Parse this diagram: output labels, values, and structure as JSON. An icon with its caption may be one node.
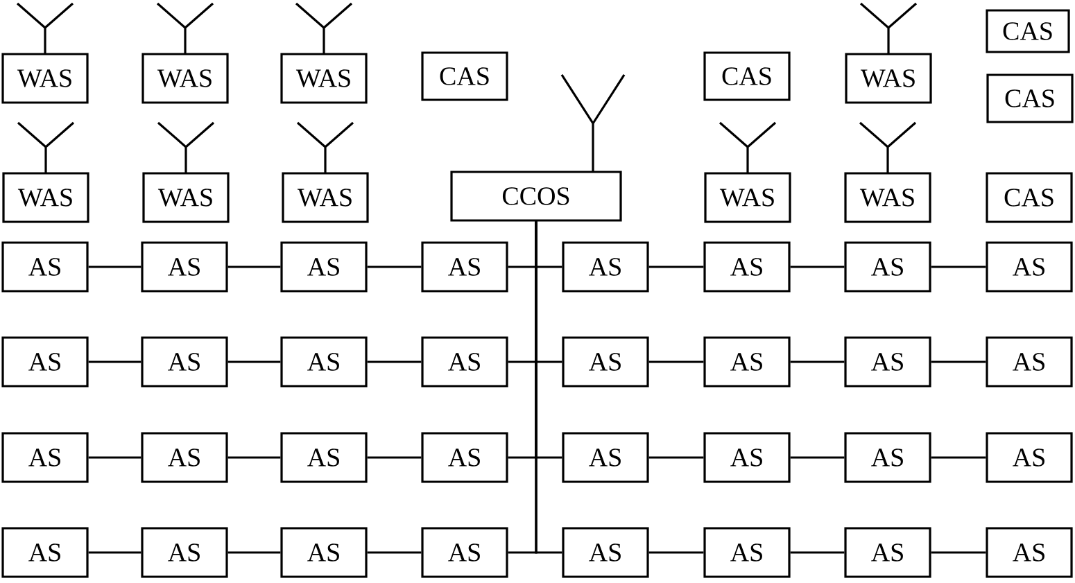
{
  "diagram": {
    "nodes": [
      {
        "text": [
          "WAS"
        ]
      },
      {
        "text": [
          "WAS"
        ]
      },
      {
        "text": [
          "WAS"
        ]
      },
      {
        "text": [
          "CAS"
        ]
      },
      {
        "text": [
          "CAS"
        ]
      },
      {
        "text": [
          "WAS"
        ]
      },
      {
        "text": [
          "CAS"
        ]
      },
      {
        "text": [
          "CAS"
        ]
      },
      {
        "text": [
          "WAS"
        ]
      },
      {
        "text": [
          "WAS"
        ]
      },
      {
        "text": [
          "WAS"
        ]
      },
      {
        "text": [
          "CCOS"
        ]
      },
      {
        "text": [
          "WAS"
        ]
      },
      {
        "text": [
          "WAS"
        ]
      },
      {
        "text": [
          "CAS"
        ]
      },
      {
        "text": [
          "AS"
        ]
      },
      {
        "text": [
          "AS"
        ]
      },
      {
        "text": [
          "AS"
        ]
      },
      {
        "text": [
          "AS"
        ]
      },
      {
        "text": [
          "AS"
        ]
      },
      {
        "text": [
          "AS"
        ]
      },
      {
        "text": [
          "AS"
        ]
      },
      {
        "text": [
          "AS"
        ]
      },
      {
        "text": [
          "AS"
        ]
      },
      {
        "text": [
          "AS"
        ]
      },
      {
        "text": [
          "AS"
        ]
      },
      {
        "text": [
          "AS"
        ]
      },
      {
        "text": [
          "AS"
        ]
      },
      {
        "text": [
          "AS"
        ]
      },
      {
        "text": [
          "AS"
        ]
      },
      {
        "text": [
          "AS"
        ]
      },
      {
        "text": [
          "AS"
        ]
      },
      {
        "text": [
          "AS"
        ]
      },
      {
        "text": [
          "AS"
        ]
      },
      {
        "text": [
          "AS"
        ]
      },
      {
        "text": [
          "AS"
        ]
      },
      {
        "text": [
          "AS"
        ]
      },
      {
        "text": [
          "AS"
        ]
      },
      {
        "text": [
          "AS"
        ]
      },
      {
        "text": [
          "AS"
        ]
      },
      {
        "text": [
          "AS"
        ]
      },
      {
        "text": [
          "AS"
        ]
      },
      {
        "text": [
          "AS"
        ]
      },
      {
        "text": [
          "AS"
        ]
      },
      {
        "text": [
          "AS"
        ]
      },
      {
        "text": [
          "AS"
        ]
      },
      {
        "text": [
          "AS"
        ]
      }
    ],
    "edges": [
      {
        "from": 15,
        "to": 16,
        "arrow": "none"
      },
      {
        "from": 16,
        "to": 17,
        "arrow": "none"
      },
      {
        "from": 17,
        "to": 18,
        "arrow": "none"
      },
      {
        "from": 19,
        "to": 20,
        "arrow": "none"
      },
      {
        "from": 20,
        "to": 21,
        "arrow": "none"
      },
      {
        "from": 21,
        "to": 22,
        "arrow": "none"
      },
      {
        "from": 11,
        "to": 18,
        "arrow": "none"
      },
      {
        "from": 11,
        "to": 19,
        "arrow": "none"
      },
      {
        "from": 23,
        "to": 24,
        "arrow": "none"
      },
      {
        "from": 24,
        "to": 25,
        "arrow": "none"
      },
      {
        "from": 25,
        "to": 26,
        "arrow": "none"
      },
      {
        "from": 27,
        "to": 28,
        "arrow": "none"
      },
      {
        "from": 28,
        "to": 29,
        "arrow": "none"
      },
      {
        "from": 29,
        "to": 30,
        "arrow": "none"
      },
      {
        "from": 11,
        "to": 26,
        "arrow": "none"
      },
      {
        "from": 11,
        "to": 27,
        "arrow": "none"
      },
      {
        "from": 31,
        "to": 32,
        "arrow": "none"
      },
      {
        "from": 32,
        "to": 33,
        "arrow": "none"
      },
      {
        "from": 33,
        "to": 34,
        "arrow": "none"
      },
      {
        "from": 35,
        "to": 36,
        "arrow": "none"
      },
      {
        "from": 36,
        "to": 37,
        "arrow": "none"
      },
      {
        "from": 37,
        "to": 38,
        "arrow": "none"
      },
      {
        "from": 11,
        "to": 34,
        "arrow": "none"
      },
      {
        "from": 11,
        "to": 35,
        "arrow": "none"
      },
      {
        "from": 39,
        "to": 40,
        "arrow": "none"
      },
      {
        "from": 40,
        "to": 41,
        "arrow": "none"
      },
      {
        "from": 41,
        "to": 42,
        "arrow": "none"
      },
      {
        "from": 43,
        "to": 44,
        "arrow": "none"
      },
      {
        "from": 44,
        "to": 45,
        "arrow": "none"
      },
      {
        "from": 45,
        "to": 46,
        "arrow": "none"
      },
      {
        "from": 11,
        "to": 42,
        "arrow": "none"
      },
      {
        "from": 11,
        "to": 43,
        "arrow": "none"
      }
    ]
  }
}
